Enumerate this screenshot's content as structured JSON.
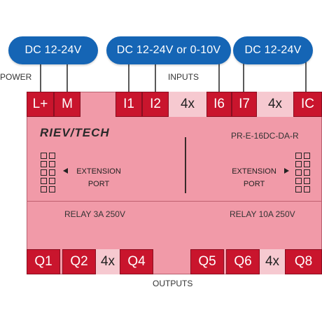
{
  "supplies": {
    "power": "DC 12-24V",
    "inputs_low": "DC 12-24V or 0-10V",
    "inputs_high": "DC 12-24V"
  },
  "labels": {
    "power": "POWER",
    "inputs": "INPUTS",
    "outputs": "OUTPUTS"
  },
  "top_terminals": {
    "l_plus": "L+",
    "m": "M",
    "i1": "I1",
    "i2": "I2",
    "gap1": "4x",
    "i6": "I6",
    "i7": "I7",
    "gap2": "4x",
    "ic": "IC"
  },
  "module": {
    "brand": "RIEV/TECH",
    "model": "PR-E-16DC-DA-R",
    "ext_left_line1": "EXTENSION",
    "ext_left_line2": "PORT",
    "ext_right_line1": "EXTENSION",
    "ext_right_line2": "PORT",
    "relay_left": "RELAY 3A 250V",
    "relay_right": "RELAY 10A 250V"
  },
  "bottom_terminals": {
    "q1": "Q1",
    "q2": "Q2",
    "gap1": "4x",
    "q4": "Q4",
    "q5": "Q5",
    "q6": "Q6",
    "gap2": "4x",
    "q8": "Q8"
  },
  "colors": {
    "supply_blue": "#1565b5",
    "module_pink": "#f19aa8",
    "terminal_red": "#c9152d"
  }
}
